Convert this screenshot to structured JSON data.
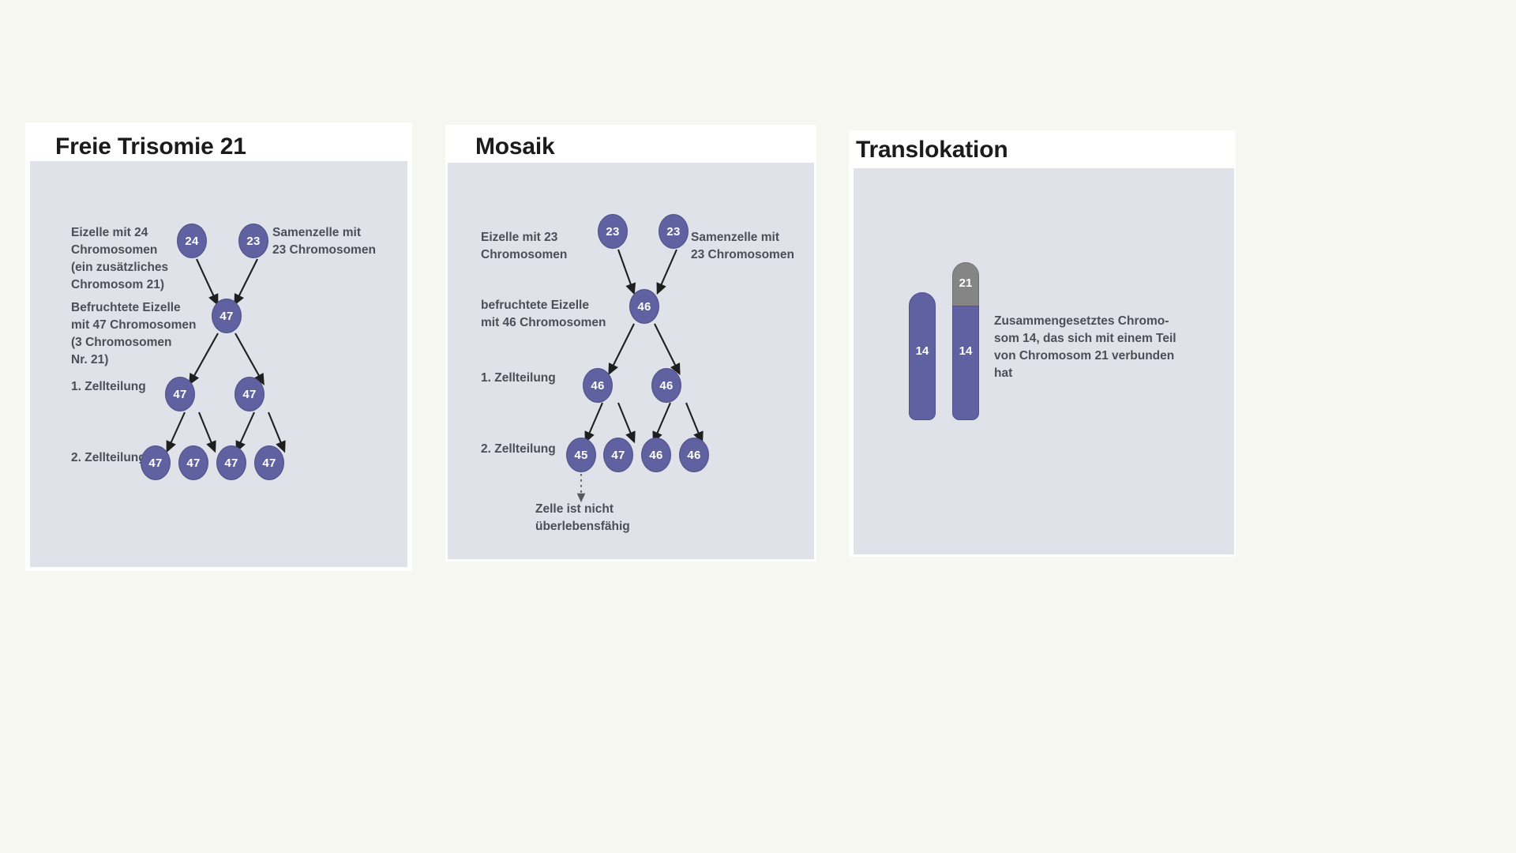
{
  "background_color": "#f7f7f1",
  "panel_bg_color": "#ffffff",
  "canvas_color": "#dfe2e8",
  "cell_color": "#5f61a0",
  "cap_color": "#858585",
  "text_color": "#4a4f57",
  "panels": {
    "free_trisomy": {
      "title": "Freie Trisomie 21",
      "labels": {
        "egg": "Eizelle mit 24\nChromosomen\n(ein zusätzliches\nChromosom 21)",
        "sperm": "Samenzelle mit\n23 Chromosomen",
        "zygote": "Befruchtete Eizelle\nmit 47 Chromosomen\n(3 Chromosomen\nNr. 21)",
        "division1": "1. Zellteilung",
        "division2": "2. Zellteilung"
      },
      "cells": {
        "egg": "24",
        "sperm": "23",
        "zygote": "47",
        "division1": [
          "47",
          "47"
        ],
        "division2": [
          "47",
          "47",
          "47",
          "47"
        ]
      }
    },
    "mosaic": {
      "title": "Mosaik",
      "labels": {
        "egg": "Eizelle mit 23\nChromosomen",
        "sperm": "Samenzelle mit\n23 Chromosomen",
        "zygote": "befruchtete Eizelle\nmit 46 Chromosomen",
        "division1": "1. Zellteilung",
        "division2": "2. Zellteilung",
        "note": "Zelle ist nicht\nüberlebensfähig"
      },
      "cells": {
        "egg": "23",
        "sperm": "23",
        "zygote": "46",
        "division1": [
          "46",
          "46"
        ],
        "division2": [
          "45",
          "47",
          "46",
          "46"
        ]
      }
    },
    "translocation": {
      "title": "Translokation",
      "labels": {
        "caption": "Zusammengesetztes Chromo-\nsom 14, das sich mit einem Teil\nvon Chromosom 21 verbunden\nhat"
      },
      "chromosomes": {
        "left_number": "14",
        "right_number": "14",
        "cap_number": "21"
      }
    }
  }
}
